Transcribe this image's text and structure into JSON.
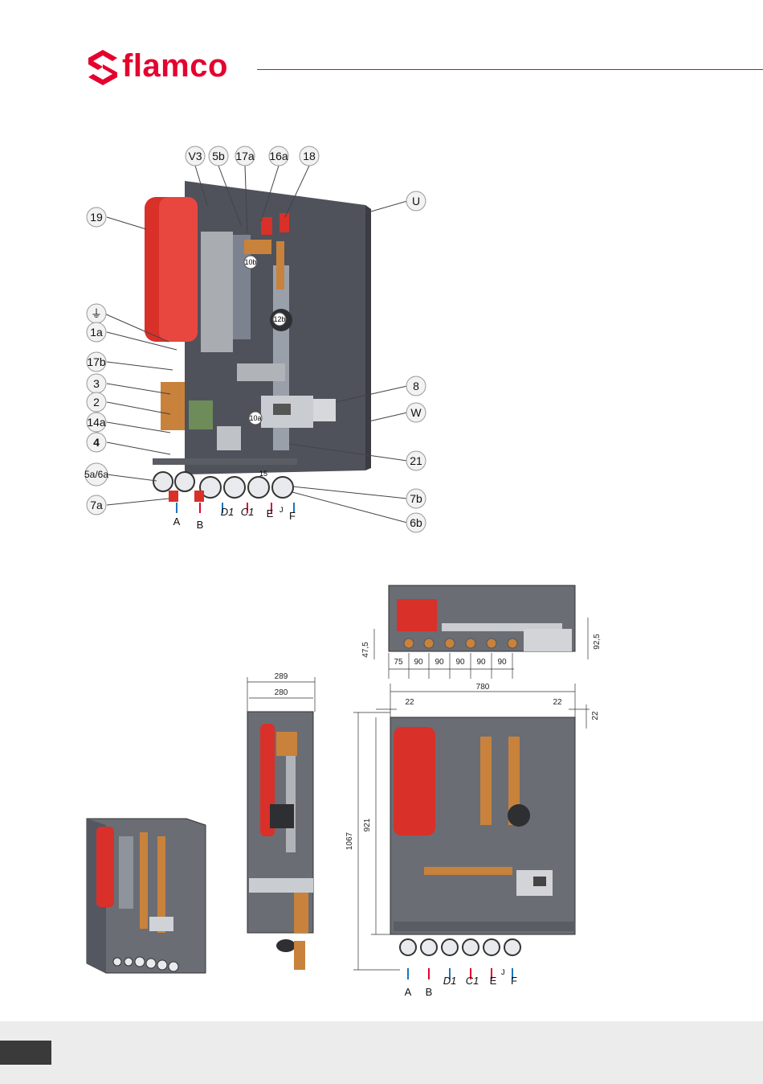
{
  "brand": {
    "name": "flamco",
    "color": "#e4032e"
  },
  "callouts_left": [
    "19",
    "1a",
    "17b",
    "3",
    "2",
    "14a",
    "4",
    "5a/6a",
    "7a"
  ],
  "callouts_top": [
    "V3",
    "5b",
    "17a",
    "16a",
    "18"
  ],
  "callouts_right": [
    "U",
    "8",
    "W",
    "21",
    "7b",
    "6b"
  ],
  "earth_symbol": "⏚",
  "inner_labels": [
    "10b",
    "12b",
    "10a",
    "15"
  ],
  "connections_main": [
    "A",
    "B",
    "D1",
    "C1",
    "E",
    "F"
  ],
  "connections_side": "J",
  "dimensions": {
    "top_view": {
      "left_height": "47,5",
      "right_height": "92,5",
      "spacings": [
        "75",
        "90",
        "90",
        "90",
        "90",
        "90"
      ]
    },
    "side_view": {
      "outer_width": "289",
      "inner_width": "280"
    },
    "front_view": {
      "width": "780",
      "offset_left": "22",
      "offset_right": "22",
      "top": "22",
      "height_total": "1067",
      "height_inner": "921"
    }
  },
  "colors": {
    "flow_red": "#e4032e",
    "flow_blue": "#1b75bc",
    "housing": "#4a4d55",
    "vessel": "#d9302a",
    "brass": "#c8823c"
  }
}
